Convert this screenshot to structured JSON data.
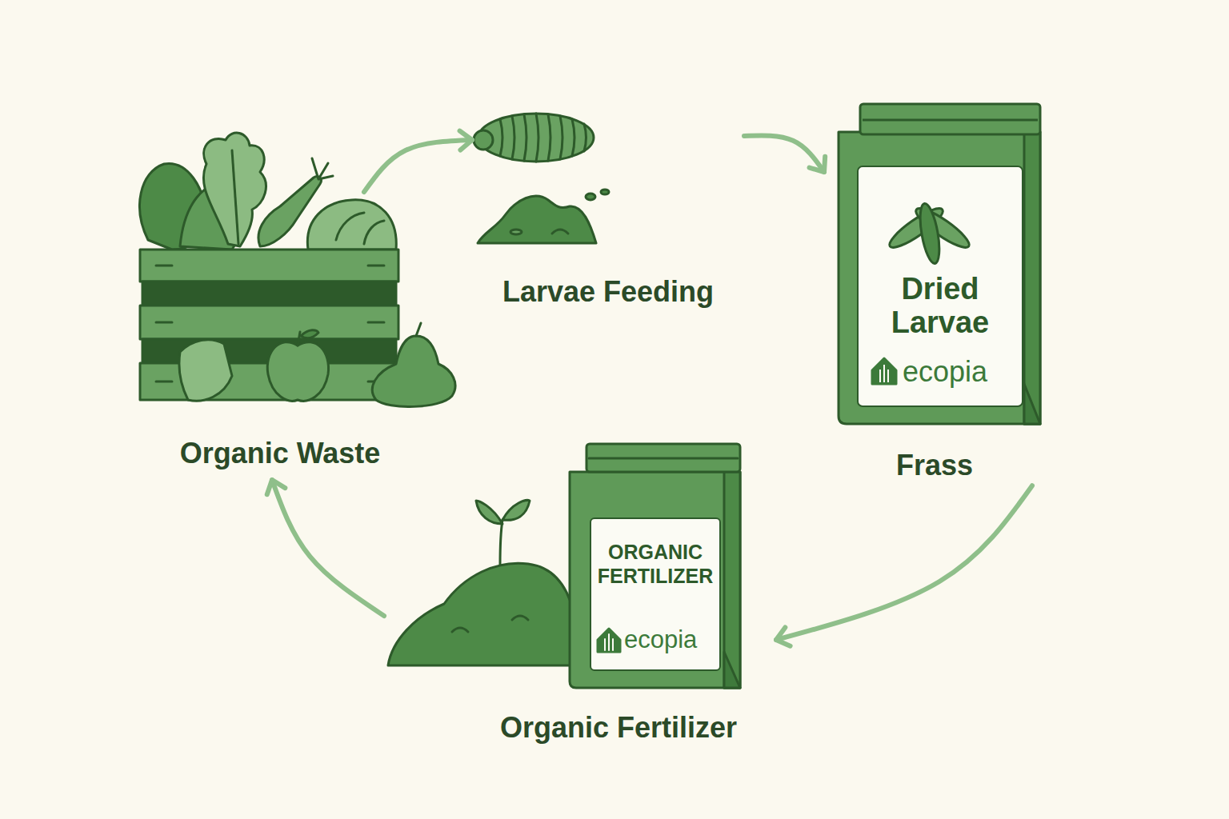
{
  "diagram": {
    "nodes": [
      {
        "text": [
          "Organic Waste"
        ]
      },
      {
        "text": [
          "Larvae Feeding"
        ]
      },
      {
        "text": [
          "Frass"
        ]
      },
      {
        "text": [
          "Dried Larvae",
          "ecopia"
        ],
        "in": 2
      },
      {
        "text": [
          "Organic Fertilizer"
        ]
      },
      {
        "text": [
          "ORGANIC FERTILIZER",
          "ecopia"
        ],
        "in": 4
      }
    ],
    "edges": [
      {
        "from": 0,
        "to": 1,
        "arrow": "to"
      },
      {
        "from": 1,
        "to": 2,
        "arrow": "to"
      },
      {
        "from": 2,
        "to": 4,
        "arrow": "to"
      },
      {
        "from": 4,
        "to": 0,
        "arrow": "to"
      }
    ]
  }
}
